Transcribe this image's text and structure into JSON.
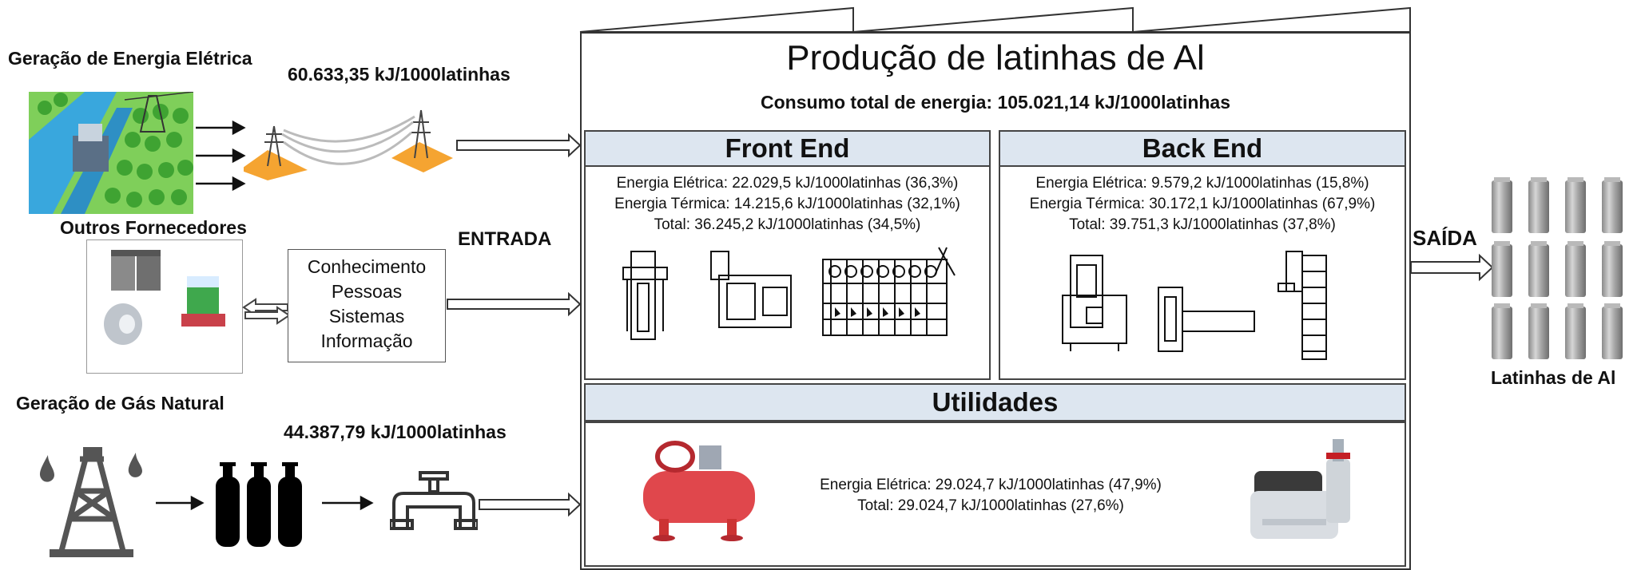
{
  "left": {
    "electric_title": "Geração de Energia Elétrica",
    "electric_value": "60.633,35 kJ/1000latinhas",
    "suppliers_title": "Outros Fornecedores",
    "knowledge_lines": [
      "Conhecimento",
      "Pessoas",
      "Sistemas",
      "Informação"
    ],
    "entrada": "ENTRADA",
    "gas_title": "Geração de Gás Natural",
    "gas_value": "44.387,79 kJ/1000latinhas"
  },
  "main": {
    "title": "Produção de latinhas de Al",
    "subtitle": "Consumo total de energia: 105.021,14 kJ/1000latinhas",
    "front_end": {
      "title": "Front End",
      "lines": [
        "Energia Elétrica: 22.029,5 kJ/1000latinhas (36,3%)",
        "Energia Térmica: 14.215,6 kJ/1000latinhas (32,1%)",
        "Total: 36.245,2 kJ/1000latinhas (34,5%)"
      ]
    },
    "back_end": {
      "title": "Back End",
      "lines": [
        "Energia Elétrica: 9.579,2 kJ/1000latinhas (15,8%)",
        "Energia Térmica: 30.172,1 kJ/1000latinhas (67,9%)",
        "Total: 39.751,3 kJ/1000latinhas (37,8%)"
      ]
    },
    "utilidades": {
      "title": "Utilidades",
      "lines": [
        "Energia Elétrica: 29.024,7 kJ/1000latinhas (47,9%)",
        "Total: 29.024,7 kJ/1000latinhas (27,6%)"
      ]
    }
  },
  "right": {
    "saida": "SAÍDA",
    "cans_label": "Latinhas de Al"
  },
  "colors": {
    "header_fill": "#dde6f0",
    "can_gray": "#9a9a9a",
    "compressor_red": "#e0474c",
    "tower_orange": "#f5a431",
    "tree_green": "#5cc043",
    "water_blue": "#39a7dd"
  },
  "icons": [
    "hydro-dam-icon",
    "power-line-icon",
    "material-coils-icon",
    "oil-derrick-icon",
    "gas-cylinders-icon",
    "pipe-valve-icon",
    "air-compressor-icon",
    "vacuum-pump-icon",
    "aluminum-can-icon"
  ]
}
